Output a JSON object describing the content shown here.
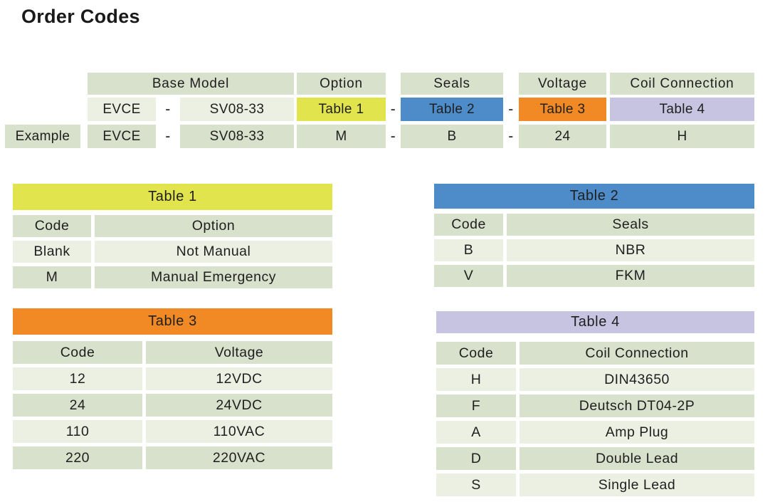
{
  "title": "Order Codes",
  "colors": {
    "yellow": "#e2e44e",
    "blue": "#4d8cc8",
    "orange": "#f18a24",
    "lavender": "#c7c4e1",
    "green_medium": "#d7e1cb",
    "green_light": "#ebf0e3"
  },
  "order_table": {
    "example_label": "Example",
    "separator": "-",
    "col_headers": {
      "base_model": "Base Model",
      "option": "Option",
      "seals": "Seals",
      "voltage": "Voltage",
      "coil_connection": "Coil Connection"
    },
    "table_refs": {
      "option": "Table 1",
      "seals": "Table 2",
      "voltage": "Table 3",
      "coil_connection": "Table 4"
    },
    "model": {
      "prefix": "EVCE",
      "base": "SV08-33"
    },
    "example": {
      "prefix": "EVCE",
      "base": "SV08-33",
      "option": "M",
      "seals": "B",
      "voltage": "24",
      "coil_connection": "H"
    }
  },
  "tables": [
    {
      "title": "Table 1",
      "columns": [
        "Code",
        "Option"
      ],
      "rows": [
        [
          "Blank",
          "Not Manual"
        ],
        [
          "M",
          "Manual Emergency"
        ]
      ]
    },
    {
      "title": "Table 2",
      "columns": [
        "Code",
        "Seals"
      ],
      "rows": [
        [
          "B",
          "NBR"
        ],
        [
          "V",
          "FKM"
        ]
      ]
    },
    {
      "title": "Table 3",
      "columns": [
        "Code",
        "Voltage"
      ],
      "rows": [
        [
          "12",
          "12VDC"
        ],
        [
          "24",
          "24VDC"
        ],
        [
          "110",
          "110VAC"
        ],
        [
          "220",
          "220VAC"
        ]
      ]
    },
    {
      "title": "Table 4",
      "columns": [
        "Code",
        "Coil Connection"
      ],
      "rows": [
        [
          "H",
          "DIN43650"
        ],
        [
          "F",
          "Deutsch DT04-2P"
        ],
        [
          "A",
          "Amp Plug"
        ],
        [
          "D",
          "Double Lead"
        ],
        [
          "S",
          "Single Lead"
        ]
      ]
    }
  ]
}
